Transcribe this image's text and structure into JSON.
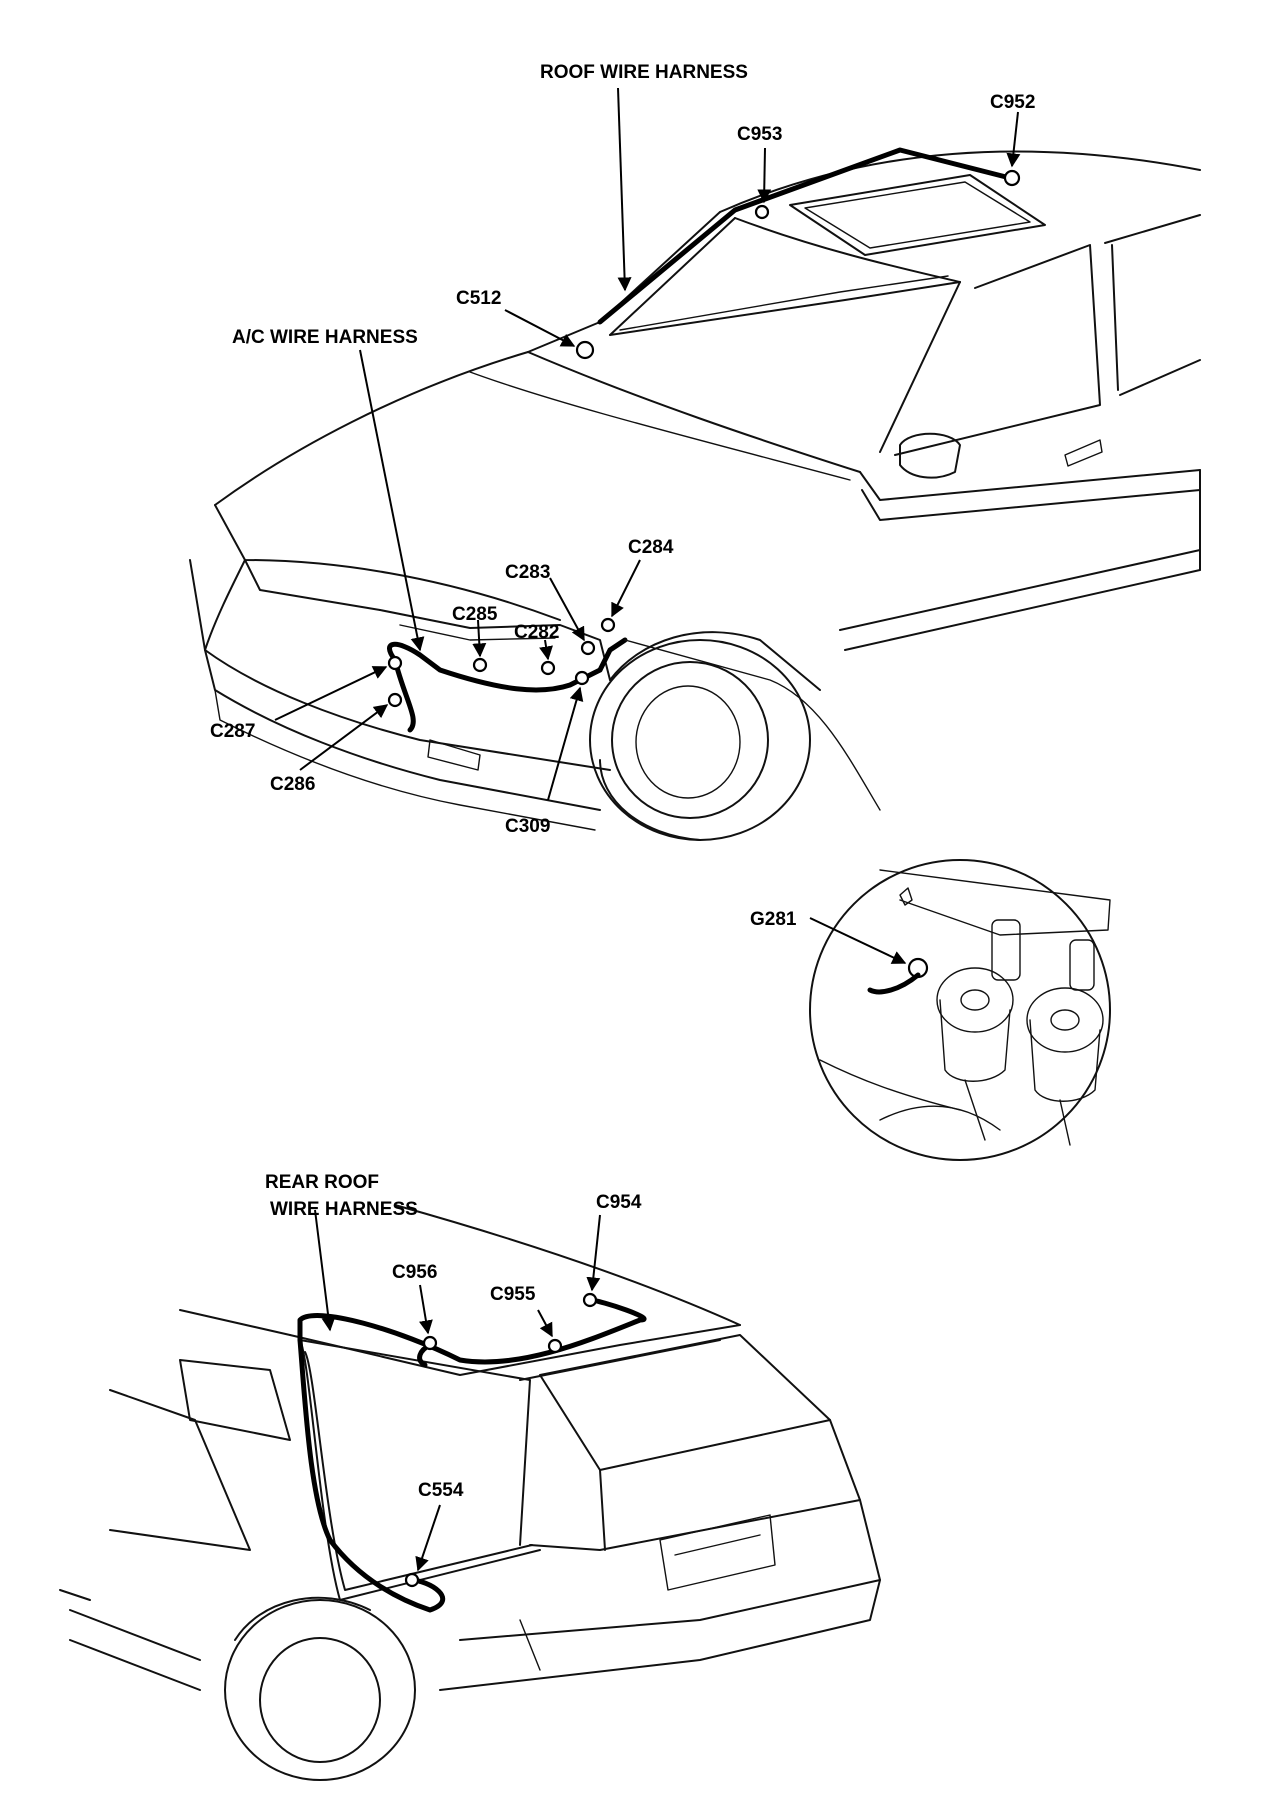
{
  "labels": {
    "roof_wire_harness": "ROOF WIRE HARNESS",
    "ac_wire_harness": "A/C WIRE HARNESS",
    "rear_roof_line1": "REAR ROOF",
    "rear_roof_line2": "WIRE HARNESS"
  },
  "connectors": {
    "c952": "C952",
    "c953": "C953",
    "c512": "C512",
    "c284": "C284",
    "c283": "C283",
    "c285": "C285",
    "c282": "C282",
    "c287": "C287",
    "c286": "C286",
    "c309": "C309",
    "g281": "G281",
    "c954": "C954",
    "c956": "C956",
    "c955": "C955",
    "c554": "C554"
  }
}
